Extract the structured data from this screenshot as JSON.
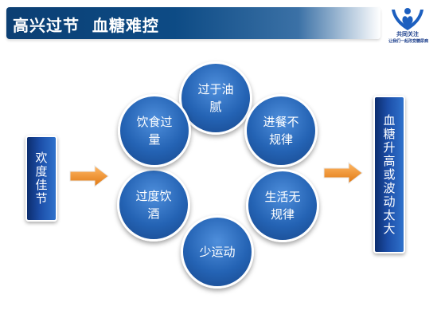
{
  "header": {
    "title": "高兴过节  血糖难控"
  },
  "logo": {
    "name": "共同关注",
    "slogan": "让我们一起改变糖尿病",
    "icon": "person-heart-hands-icon",
    "color": "#1c3f8c"
  },
  "diagram": {
    "cause": "欢度佳节",
    "factors": [
      "过于油腻",
      "进餐不规律",
      "生活无规律",
      "少运动",
      "过度饮酒",
      "饮食过量"
    ],
    "effect": "血糖升高或波动太大"
  },
  "colors": {
    "header": "#0d4b85",
    "node": "#2463b4",
    "arrow": "#f08a1e"
  }
}
